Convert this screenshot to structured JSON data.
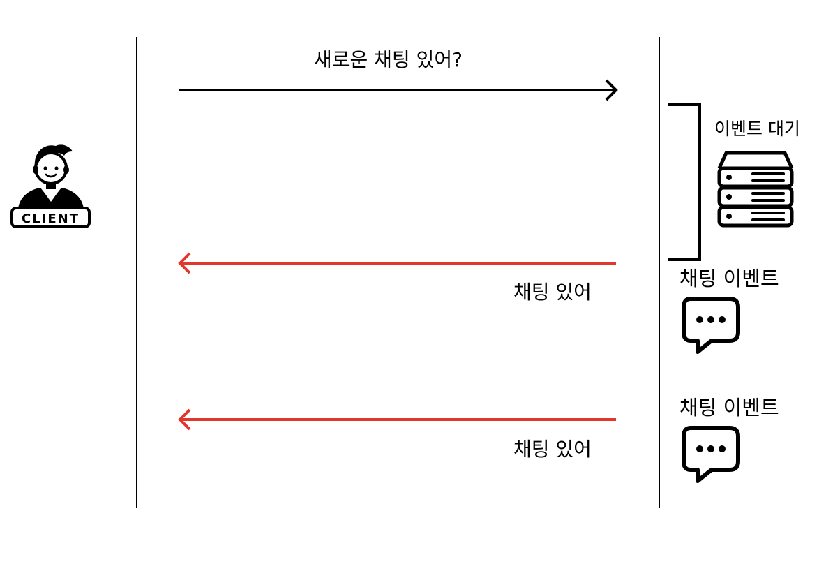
{
  "client": {
    "badge_text": "CLIENT",
    "icon": "person-avatar-icon"
  },
  "server": {
    "icon": "server-stack-icon",
    "wait_label": "이벤트 대기"
  },
  "messages": {
    "request_label": "새로운 채팅 있어?",
    "response_1_label": "채팅 있어",
    "response_2_label": "채팅 있어"
  },
  "events": [
    {
      "label": "채팅 이벤트",
      "icon": "chat-bubble-icon"
    },
    {
      "label": "채팅 이벤트",
      "icon": "chat-bubble-icon"
    }
  ],
  "colors": {
    "request_arrow": "#000000",
    "response_arrow": "#e0382c"
  }
}
